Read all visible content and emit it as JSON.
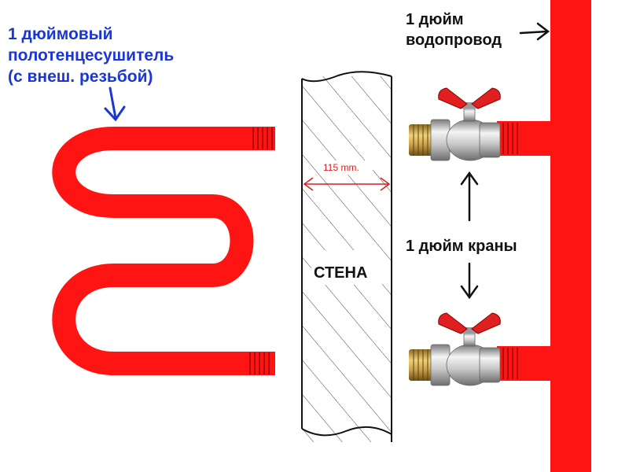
{
  "labels": {
    "towel_dryer": [
      "1 дюймовый",
      "полотенцесушитель",
      "(с внеш. резьбой)"
    ],
    "water_pipe": [
      "1 дюйм",
      "водопровод"
    ],
    "valves": "1 дюйм краны",
    "wall": "СТЕНА",
    "dimension": "115 mm."
  },
  "colors": {
    "pipe": "#ff1414",
    "blue_text": "#1a37d6",
    "dimension": "#d42020",
    "brass": "#c9a24a",
    "chrome": "#d8d8d8",
    "handle": "#e02020"
  }
}
